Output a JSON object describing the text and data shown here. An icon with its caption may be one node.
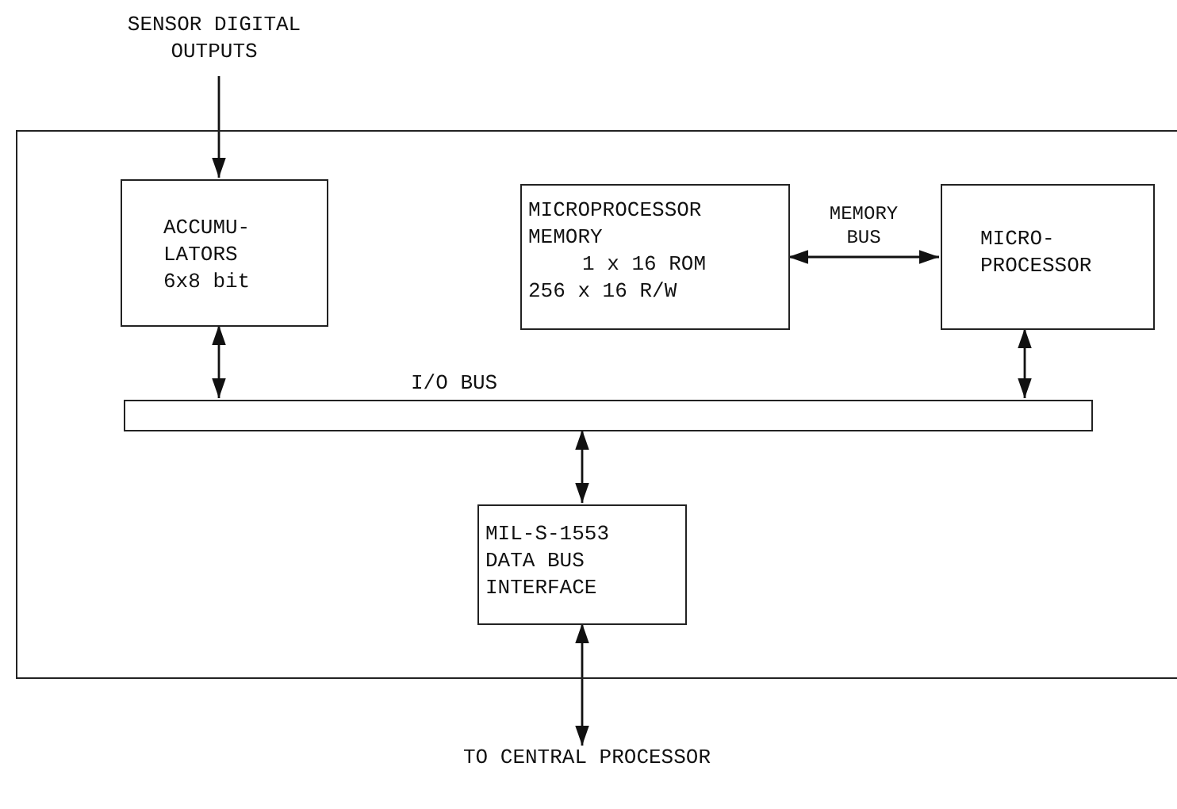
{
  "diagram": {
    "nodes": [
      {
        "text": [
          "SENSOR DIGITAL OUTPUTS"
        ]
      },
      {
        "text": [],
        "shape": "box"
      },
      {
        "text": [
          "ACCUMU- LATORS 6x8 bit"
        ],
        "in": 1
      },
      {
        "text": [
          "MICROPROCESSOR MEMORY",
          "1 x 16 ROM",
          "256 x 16 R/W"
        ],
        "in": 1
      },
      {
        "text": [
          "MICRO- PROCESSOR"
        ],
        "in": 1
      },
      {
        "text": [
          "I/O BUS"
        ],
        "in": 1
      },
      {
        "text": [
          "MIL-S-1553 DATA BUS INTERFACE"
        ],
        "in": 1
      },
      {
        "text": [
          "TO CENTRAL PROCESSOR"
        ]
      }
    ],
    "edges": [
      {
        "from": 0,
        "to": 2,
        "arrow": "to"
      },
      {
        "from": 3,
        "to": 4,
        "arrow": "both",
        "label": "MEMORY BUS"
      },
      {
        "from": 2,
        "to": 5,
        "arrow": "both"
      },
      {
        "from": 4,
        "to": 5,
        "arrow": "both"
      },
      {
        "from": 5,
        "to": 6,
        "arrow": "both"
      },
      {
        "from": 6,
        "to": 7,
        "arrow": "both"
      }
    ]
  }
}
